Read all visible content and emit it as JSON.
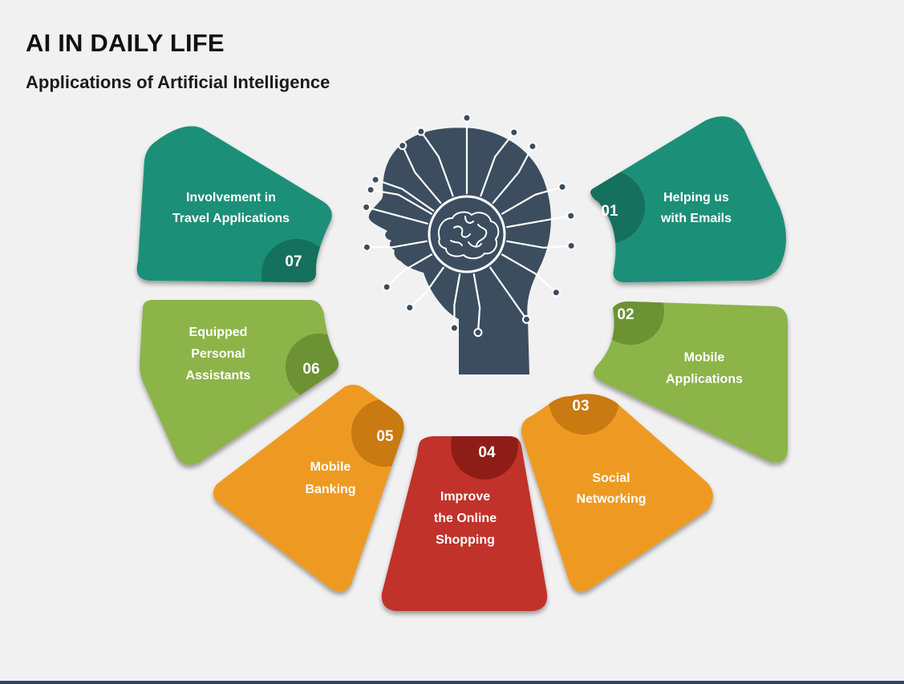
{
  "title": "AI IN DAILY LIFE",
  "subtitle": "Applications of Artificial Intelligence",
  "colors": {
    "teal": "#1f8f78",
    "teal_dark": "#15705d",
    "green": "#8cb44a",
    "green_dark": "#6c9233",
    "orange": "#ee9a21",
    "orange_dark": "#c97a10",
    "red": "#c1302a",
    "red_dark": "#8e1d18",
    "head": "#3b4d5f"
  },
  "items": [
    {
      "number": "01",
      "lines": [
        "Helping us",
        "with Emails"
      ],
      "color": "teal"
    },
    {
      "number": "02",
      "lines": [
        "Mobile",
        "Applications"
      ],
      "color": "green"
    },
    {
      "number": "03",
      "lines": [
        "Social",
        "Networking"
      ],
      "color": "orange"
    },
    {
      "number": "04",
      "lines": [
        "Improve",
        "the Online",
        "Shopping"
      ],
      "color": "red"
    },
    {
      "number": "05",
      "lines": [
        "Mobile",
        "Banking"
      ],
      "color": "orange"
    },
    {
      "number": "06",
      "lines": [
        "Equipped",
        "Personal",
        "Assistants"
      ],
      "color": "green"
    },
    {
      "number": "07",
      "lines": [
        "Involvement in",
        "Travel Applications"
      ],
      "color": "teal"
    }
  ],
  "center_icon": "ai-head-circuit-brain-icon"
}
